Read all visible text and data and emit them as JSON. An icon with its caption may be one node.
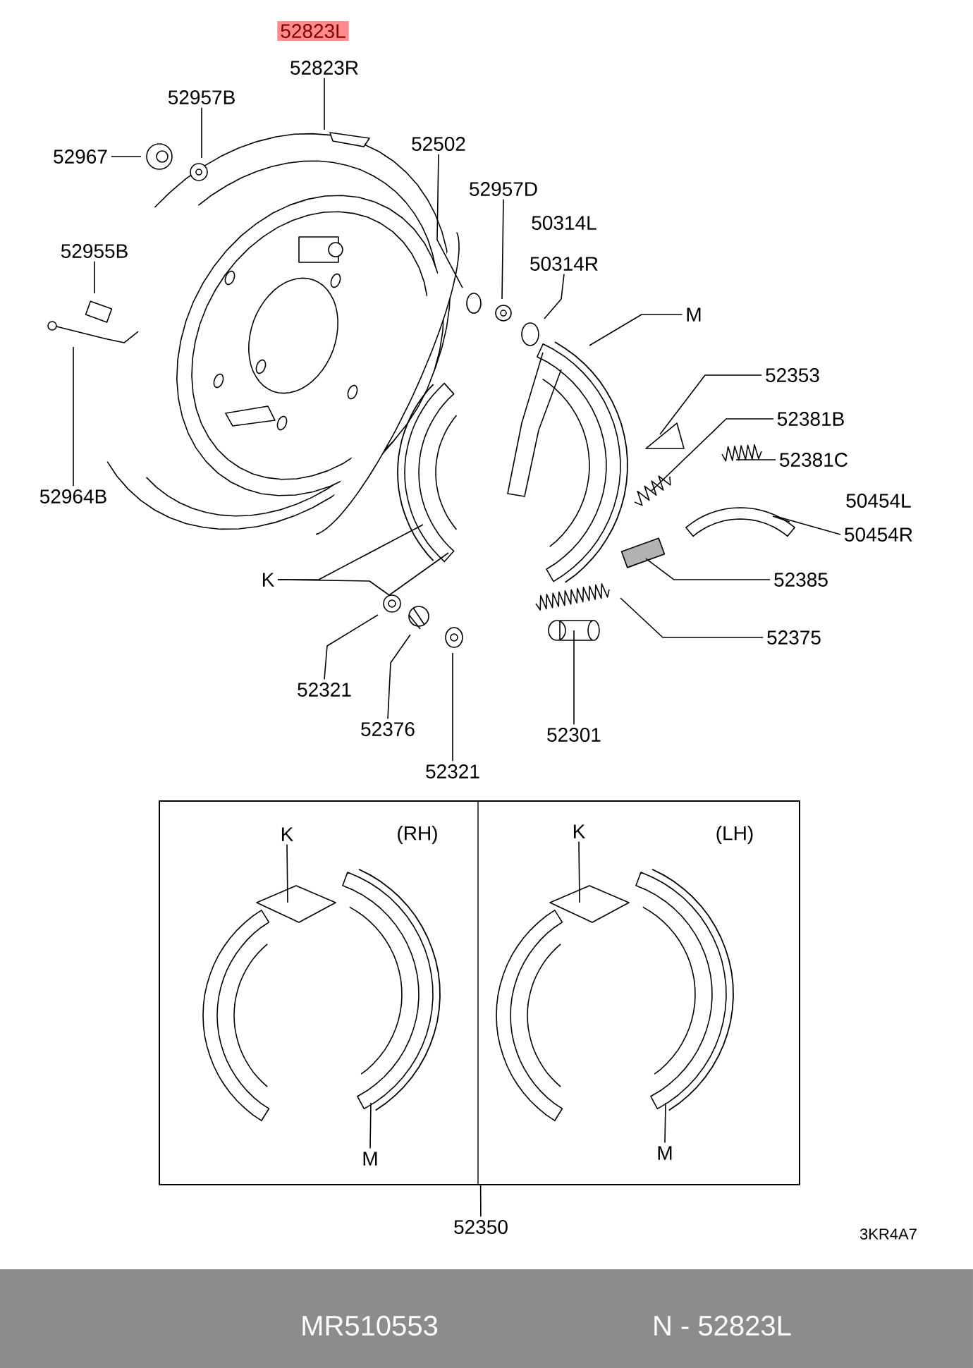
{
  "diagram": {
    "nodes": [
      {
        "text": [
          "52823L"
        ]
      },
      {
        "text": [
          "52823R"
        ]
      },
      {
        "text": [
          "52957B"
        ]
      },
      {
        "text": [
          "52967"
        ]
      },
      {
        "text": [
          "52955B"
        ]
      },
      {
        "text": [
          "52964B"
        ]
      },
      {
        "text": [
          "52502"
        ]
      },
      {
        "text": [
          "52957D"
        ]
      },
      {
        "text": [
          "50314L"
        ]
      },
      {
        "text": [
          "50314R"
        ]
      },
      {
        "text": [
          "M"
        ]
      },
      {
        "text": [
          "52353"
        ]
      },
      {
        "text": [
          "52381B"
        ]
      },
      {
        "text": [
          "52381C"
        ]
      },
      {
        "text": [
          "50454L"
        ]
      },
      {
        "text": [
          "50454R"
        ]
      },
      {
        "text": [
          "52385"
        ]
      },
      {
        "text": [
          "52375"
        ]
      },
      {
        "text": [
          "52301"
        ]
      },
      {
        "text": [
          "K"
        ]
      },
      {
        "text": [
          "52321"
        ]
      },
      {
        "text": [
          "52376"
        ]
      },
      {
        "text": [
          "52321"
        ]
      },
      {
        "text": [
          "(RH)",
          "(LH)"
        ]
      },
      {
        "text": [
          "K"
        ],
        "in": 23
      },
      {
        "text": [
          "M"
        ],
        "in": 23
      },
      {
        "text": [
          "K"
        ],
        "in": 23
      },
      {
        "text": [
          "M"
        ],
        "in": 23
      },
      {
        "text": [
          "52350"
        ]
      },
      {
        "text": [
          "MR510553",
          "N - 52823L"
        ]
      }
    ],
    "edges": [
      {
        "from": 1,
        "to": null,
        "arrow": "none"
      },
      {
        "from": 2,
        "to": null,
        "arrow": "none"
      },
      {
        "from": 3,
        "to": null,
        "arrow": "none"
      },
      {
        "from": 4,
        "to": null,
        "arrow": "none"
      },
      {
        "from": 5,
        "to": null,
        "arrow": "none"
      },
      {
        "from": 6,
        "to": null,
        "arrow": "none"
      },
      {
        "from": 7,
        "to": null,
        "arrow": "none"
      },
      {
        "from": 9,
        "to": null,
        "arrow": "none"
      },
      {
        "from": 10,
        "to": null,
        "arrow": "none"
      },
      {
        "from": 11,
        "to": null,
        "arrow": "none"
      },
      {
        "from": 12,
        "to": null,
        "arrow": "none"
      },
      {
        "from": 13,
        "to": null,
        "arrow": "none"
      },
      {
        "from": 15,
        "to": null,
        "arrow": "none"
      },
      {
        "from": 16,
        "to": null,
        "arrow": "none"
      },
      {
        "from": 17,
        "to": null,
        "arrow": "none"
      },
      {
        "from": 18,
        "to": null,
        "arrow": "none"
      },
      {
        "from": 19,
        "to": null,
        "arrow": "none"
      },
      {
        "from": 19,
        "to": null,
        "arrow": "none"
      },
      {
        "from": 20,
        "to": null,
        "arrow": "none"
      },
      {
        "from": 21,
        "to": null,
        "arrow": "none"
      },
      {
        "from": 22,
        "to": null,
        "arrow": "none"
      },
      {
        "from": 24,
        "to": null,
        "arrow": "none"
      },
      {
        "from": 25,
        "to": null,
        "arrow": "none"
      },
      {
        "from": 26,
        "to": null,
        "arrow": "none"
      },
      {
        "from": 27,
        "to": null,
        "arrow": "none"
      },
      {
        "from": 28,
        "to": 23,
        "arrow": "none"
      }
    ],
    "labels": [
      "3KR4A7"
    ]
  }
}
